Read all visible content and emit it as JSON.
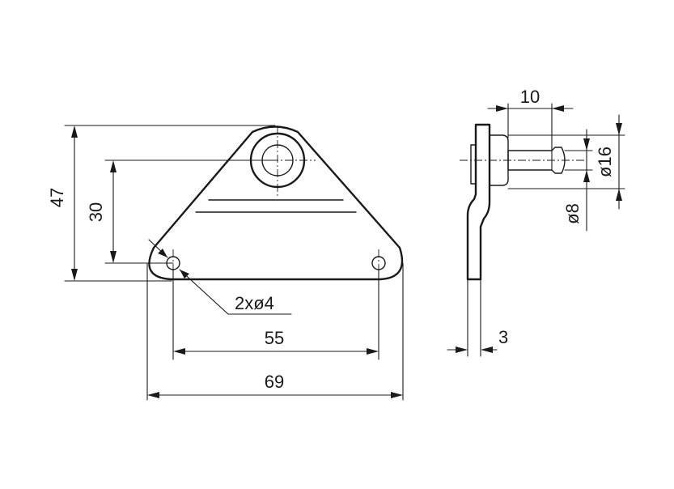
{
  "dimensions": {
    "height_total": "47",
    "height_hole": "30",
    "holes_note": "2xø4",
    "hole_spacing": "55",
    "width_total": "69",
    "pin_length": "10",
    "pin_diameter_large": "ø16",
    "pin_diameter_small": "ø8",
    "plate_thickness": "3"
  }
}
